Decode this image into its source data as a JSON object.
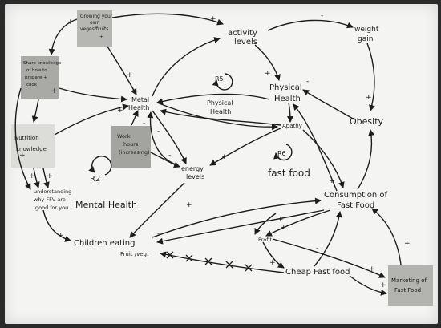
{
  "diagram": {
    "nodes": [
      {
        "id": "growing",
        "kind": "note",
        "lines": [
          "Growing your",
          "own",
          "veges/fruits",
          "+"
        ]
      },
      {
        "id": "share",
        "kind": "note",
        "lines": [
          "Share knowledge",
          "of how to",
          "prepare +",
          "cook"
        ]
      },
      {
        "id": "nutrition",
        "kind": "note",
        "lines": [
          "Nutrition",
          "knowledge"
        ]
      },
      {
        "id": "work",
        "kind": "note",
        "lines": [
          "Work",
          "hours",
          "(increasing)"
        ]
      },
      {
        "id": "marketing",
        "kind": "note",
        "lines": [
          "Marketing of",
          "Fast Food"
        ]
      },
      {
        "id": "mental",
        "kind": "text",
        "lines": [
          "Metal",
          "Health"
        ]
      },
      {
        "id": "activity",
        "kind": "text",
        "lines": [
          "activity",
          "levels"
        ]
      },
      {
        "id": "weight",
        "kind": "text",
        "lines": [
          "weight",
          "gain"
        ]
      },
      {
        "id": "physical",
        "kind": "text",
        "lines": [
          "Physical",
          "Health"
        ]
      },
      {
        "id": "obesity",
        "kind": "text",
        "lines": [
          "Obesity"
        ]
      },
      {
        "id": "apathy",
        "kind": "text",
        "lines": [
          "Apathy"
        ]
      },
      {
        "id": "energy",
        "kind": "text",
        "lines": [
          "energy",
          "levels"
        ]
      },
      {
        "id": "understanding",
        "kind": "text",
        "lines": [
          "understanding",
          "why FFV are",
          "good for you"
        ]
      },
      {
        "id": "consumption",
        "kind": "text",
        "lines": [
          "Consumption of",
          "Fast Food"
        ]
      },
      {
        "id": "children",
        "kind": "text",
        "lines": [
          "Children eating",
          "Fruit /veg."
        ]
      },
      {
        "id": "profit",
        "kind": "text",
        "lines": [
          "Profit"
        ]
      },
      {
        "id": "cheap",
        "kind": "text",
        "lines": [
          "Cheap Fast food"
        ]
      }
    ],
    "loops": [
      {
        "id": "r5",
        "label": "R5",
        "caption": [
          "Physical",
          "Health"
        ]
      },
      {
        "id": "r6",
        "label": "R6",
        "caption": [
          "fast food"
        ]
      },
      {
        "id": "r2",
        "label": "R2",
        "caption": [
          "Mental Health"
        ]
      }
    ],
    "polarity": {
      "plus": "+",
      "minus": "-"
    },
    "colors": {
      "ink": "#1d1d1d",
      "note_grey": "#b9b9b5",
      "note_dark": "#a8a8a4",
      "note_light": "#d9d9d5",
      "paper": "#f4f4f2"
    }
  }
}
